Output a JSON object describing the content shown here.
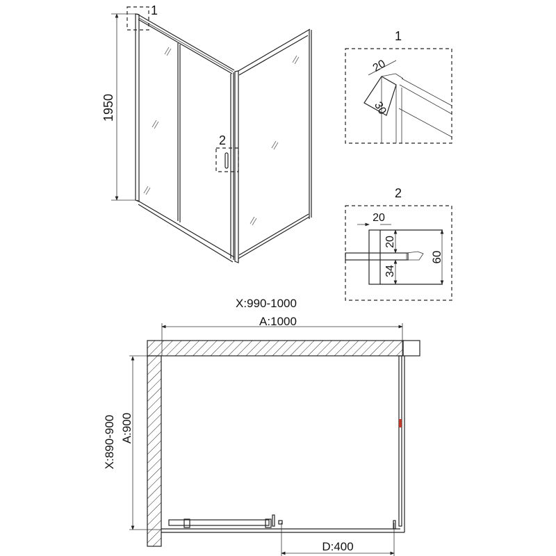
{
  "iso_view": {
    "height_dim": "1950",
    "callout_1": "1",
    "callout_2": "2"
  },
  "detail_1": {
    "title": "1",
    "dim_width": "20",
    "dim_depth": "30"
  },
  "detail_2": {
    "title": "2",
    "dim_width": "20",
    "dim_top": "20",
    "dim_bottom": "34",
    "dim_total": "60"
  },
  "plan_view": {
    "range_x": "X:990-1000",
    "size_a_x": "A:1000",
    "range_y": "X:890-900",
    "size_a_y": "A:900",
    "door_opening": "D:400"
  },
  "colors": {
    "line": "#222222",
    "handle_accent": "#c0392b"
  }
}
